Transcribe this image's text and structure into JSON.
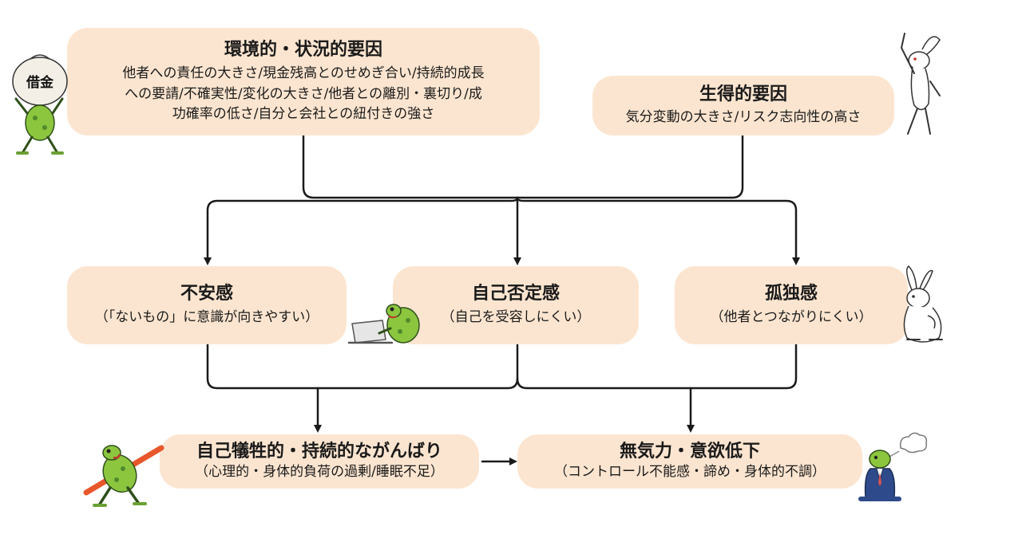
{
  "environmental": {
    "title": "環境的・状況的要因",
    "lines": [
      "他者への責任の大きさ/現金残高とのせめぎ合い/持続的成長",
      "への要請/不確実性/変化の大きさ/他者との離別・裏切り/成",
      "功確率の低さ/自分と会社との紐付きの強さ"
    ]
  },
  "innate": {
    "title": "生得的要因",
    "body": "気分変動の大きさ/リスク志向性の高さ"
  },
  "anxiety": {
    "title": "不安感",
    "body": "（「ないもの」に意識が向きやすい）"
  },
  "self_denial": {
    "title": "自己否定感",
    "body": "（自己を受容しにくい）"
  },
  "isolation": {
    "title": "孤独感",
    "body": "（他者とつながりにくい）"
  },
  "sacrifice": {
    "title": "自己犠牲的・持続的ながんばり",
    "body": "（心理的・身体的負荷の過剰/睡眠不足）"
  },
  "apathy": {
    "title": "無気力・意欲低下",
    "body": "（コントロール不能感・諦め・身体的不調）"
  },
  "illustrations": {
    "money_bag_label": "借金"
  },
  "colors": {
    "box_fill": "#fce5d0",
    "line": "#1a1a1a",
    "frog": "#8cc63f",
    "frog_dark": "#4f8a2b"
  }
}
